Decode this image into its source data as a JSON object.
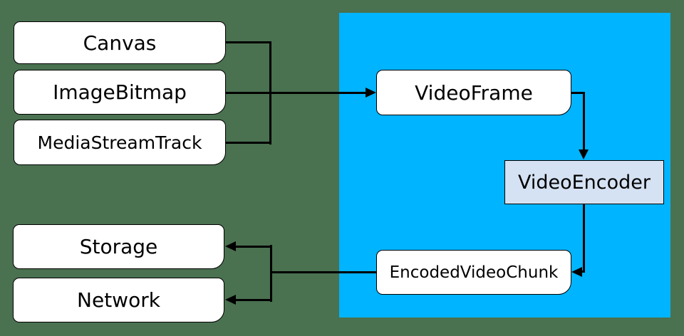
{
  "colors": {
    "background": "#4A7150",
    "webcodecs_region": "#00B4FF",
    "box_fill": "#FFFFFF",
    "encoder_fill": "#D5E2F3",
    "line": "#000000",
    "text": "#000000"
  },
  "nodes": {
    "canvas": {
      "label": "Canvas"
    },
    "image_bitmap": {
      "label": "ImageBitmap"
    },
    "media_stream_track": {
      "label": "MediaStreamTrack"
    },
    "video_frame": {
      "label": "VideoFrame"
    },
    "video_encoder": {
      "label": "VideoEncoder"
    },
    "encoded_video_chunk": {
      "label": "EncodedVideoChunk"
    },
    "storage": {
      "label": "Storage"
    },
    "network": {
      "label": "Network"
    }
  },
  "flow": {
    "description": "Canvas, ImageBitmap and MediaStreamTrack feed VideoFrame; VideoFrame goes to VideoEncoder; VideoEncoder outputs EncodedVideoChunk; EncodedVideoChunk goes to Storage and Network"
  }
}
